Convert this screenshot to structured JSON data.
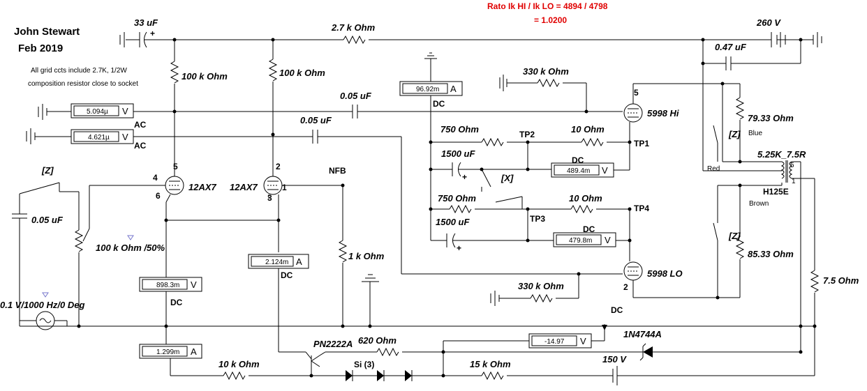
{
  "header": {
    "author": "John Stewart",
    "date": "Feb 2019",
    "note_line1": "All grid ccts include 2.7K, 1/2W",
    "note_line2": "composition resistor close to socket",
    "ratio_line1": "Rato Ik HI / Ik LO = 4894 / 4798",
    "ratio_line2": "= 1.0200"
  },
  "components": {
    "c_33uf": "33 uF",
    "r_27k": "2.7 k Ohm",
    "v_260": "260 V",
    "c_047": "0.47 uF",
    "r_100k_a": "100 k Ohm",
    "r_100k_b": "100 k Ohm",
    "r_330k_top": "330 k Ohm",
    "c_005_a": "0.05 uF",
    "c_005_b": "0.05 uF",
    "r_750_a": "750  Ohm",
    "r_10_a": "10  Ohm",
    "tp2": "TP2",
    "tp1": "TP1",
    "c_1500_a": "1500 uF",
    "x_switch": "[X]",
    "r_750_b": "750  Ohm",
    "r_10_b": "10  Ohm",
    "tp4": "TP4",
    "tp3": "TP3",
    "c_1500_b": "1500 uF",
    "tube_hi": "5998 Hi",
    "tube_lo": "5998 LO",
    "r_330k_bot": "330 k Ohm",
    "r_7933": "79.33  Ohm",
    "blue": "Blue",
    "z_right_top": "[Z]",
    "xfmr": "5.25K_7.5R",
    "xfmr_model": "H125E",
    "red": "Red",
    "brown": "Brown",
    "z_right_bot": "[Z]",
    "r_8533": "85.33  Ohm",
    "r_75": "7.5  Ohm",
    "z_left": "[Z]",
    "c_005_left": "0.05 uF",
    "pot": "100 k Ohm /50%",
    "source": "0.1 V/1000 Hz/0 Deg",
    "tube_12ax7_a": "12AX7",
    "tube_12ax7_b": "12AX7",
    "nfb": "NFB",
    "r_1k": "1 k Ohm",
    "r_620": "620  Ohm",
    "q1": "PN2222A",
    "r_10k": "10 k Ohm",
    "diodes": "Si (3)",
    "r_15k": "15 k Ohm",
    "v_150": "150 V",
    "zener": "1N4744A",
    "dc_bottom": "DC",
    "pin5_a": "5",
    "pin4": "4",
    "pin6": "6",
    "pin2": "2",
    "pin3": "3",
    "pin1": "1",
    "pin5_hi": "5",
    "pin2_lo": "2",
    "xpin5": "5",
    "xpin1": "1",
    "plus_a": "+",
    "plus_b": "+",
    "plus_c": "+"
  },
  "meters": {
    "m1": {
      "value": "5.094µ",
      "unit": "V",
      "mode": "AC"
    },
    "m2": {
      "value": "4.621µ",
      "unit": "V",
      "mode": "AC"
    },
    "m3": {
      "value": "96.92m",
      "unit": "A",
      "mode": "DC"
    },
    "m4": {
      "value": "489.4m",
      "unit": "V",
      "mode": "DC"
    },
    "m5": {
      "value": "479.8m",
      "unit": "V",
      "mode": "DC"
    },
    "m6": {
      "value": "898.3m",
      "unit": "V",
      "mode": "DC"
    },
    "m7": {
      "value": "2.124m",
      "unit": "A",
      "mode": "DC"
    },
    "m8": {
      "value": "1.299m",
      "unit": "A"
    },
    "m9": {
      "value": "-14.97",
      "unit": "V"
    }
  }
}
